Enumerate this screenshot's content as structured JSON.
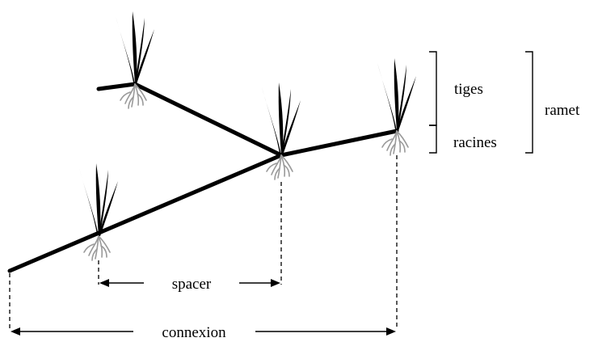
{
  "labels": {
    "tiges": "tiges",
    "racines": "racines",
    "ramet": "ramet",
    "spacer": "spacer",
    "connexion": "connexion"
  },
  "colors": {
    "stolon": "#000000",
    "leaves": "#000000",
    "roots": "#9a9a9a",
    "background": "#ffffff"
  }
}
